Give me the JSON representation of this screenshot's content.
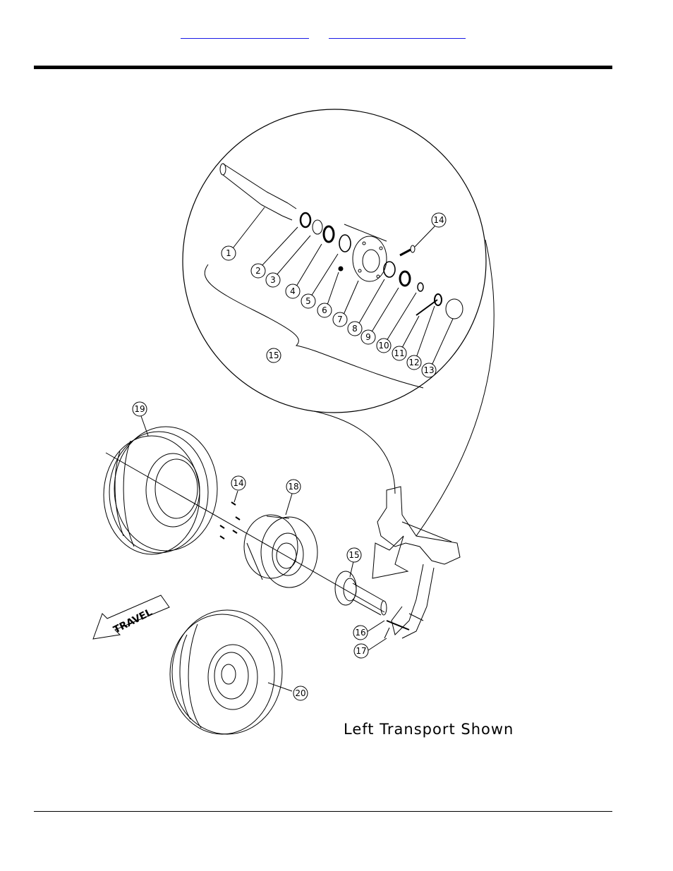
{
  "header": {
    "link_1": "",
    "link_2": ""
  },
  "drawing": {
    "caption": "Left Transport Shown",
    "travel_label": "TRAVEL",
    "callouts": [
      "1",
      "2",
      "3",
      "4",
      "5",
      "6",
      "7",
      "8",
      "9",
      "10",
      "11",
      "12",
      "13",
      "14",
      "15",
      "14",
      "15",
      "16",
      "17",
      "18",
      "19",
      "20"
    ]
  }
}
